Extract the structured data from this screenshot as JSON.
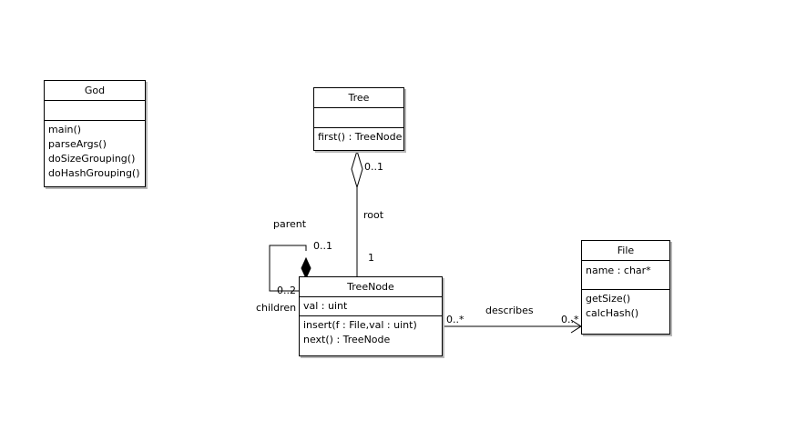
{
  "classes": {
    "god": {
      "name": "God",
      "attributes": [],
      "operations": [
        "main()",
        "parseArgs()",
        "doSizeGrouping()",
        "doHashGrouping()"
      ]
    },
    "tree": {
      "name": "Tree",
      "attributes": [],
      "operations": [
        "first() : TreeNode"
      ]
    },
    "treenode": {
      "name": "TreeNode",
      "attributes": [
        "val : uint"
      ],
      "operations": [
        "insert(f : File,val : uint)",
        "next() : TreeNode"
      ]
    },
    "file": {
      "name": "File",
      "attributes": [
        "name : char*"
      ],
      "operations": [
        "getSize()",
        "calcHash()"
      ]
    }
  },
  "associations": {
    "tree_treenode": {
      "tree_end_multiplicity": "0..1",
      "role": "root",
      "treenode_end_multiplicity": "1"
    },
    "self_treenode": {
      "role_parent": "parent",
      "parent_multiplicity": "0..1",
      "role_children": "children",
      "children_multiplicity": "0..2"
    },
    "treenode_file": {
      "name": "describes",
      "source_multiplicity": "0..*",
      "target_multiplicity": "0..*"
    }
  }
}
